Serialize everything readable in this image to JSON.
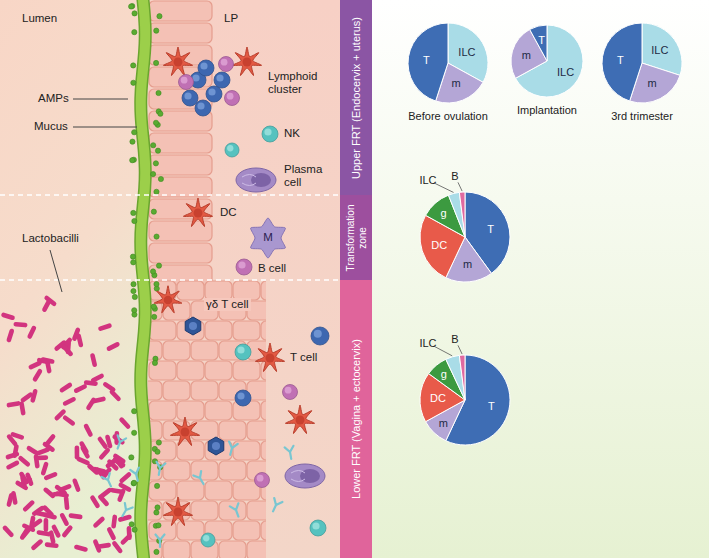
{
  "diagram": {
    "nodes": [
      {
        "text": [
          "Upper FRT (Endocervix + uterus)"
        ]
      },
      {
        "text": [
          "T",
          "ILC",
          "m",
          "Before ovulation"
        ]
      },
      {
        "text": [
          "T",
          "ILC",
          "m",
          "Implantation"
        ]
      },
      {
        "text": [
          "T",
          "ILC",
          "m",
          "3rd trimester"
        ]
      },
      {
        "text": [
          "Transformation zone"
        ]
      },
      {
        "text": [
          "ILC",
          "B",
          "g",
          "DC",
          "T",
          "m"
        ]
      },
      {
        "text": [
          "Lower FRT (Vagina + ectocervix)"
        ]
      },
      {
        "text": [
          "ILC",
          "B",
          "g",
          "DC",
          "m",
          "T"
        ]
      }
    ],
    "labels": [
      "Lumen",
      "LP",
      "Lymphoid cluster",
      "AMPs",
      "Mucus",
      "NK",
      "Plasma cell",
      "DC",
      "M",
      "B cell",
      "Lactobacilli",
      "γδ T cell",
      "T cell"
    ]
  }
}
